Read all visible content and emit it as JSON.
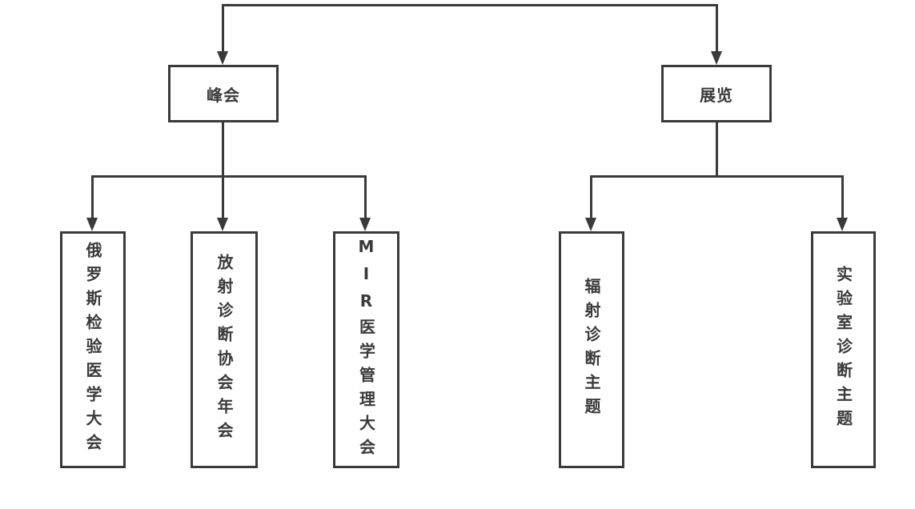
{
  "diagram": {
    "title": "",
    "line_color": "#3a3a3c",
    "summit": {
      "label": "峰会"
    },
    "exhibition": {
      "label": "展览"
    },
    "summit_children": [
      {
        "label": "俄罗斯检验医学大会"
      },
      {
        "label": "放射诊断协会年会"
      },
      {
        "label": "MIR医学管理大会"
      }
    ],
    "exhibition_children": [
      {
        "label": "辐射诊断主题"
      },
      {
        "label": "实验室诊断主题"
      }
    ],
    "edges": [
      {
        "from": "root",
        "to": "峰会"
      },
      {
        "from": "root",
        "to": "展览"
      },
      {
        "from": "峰会",
        "to": "俄罗斯检验医学大会"
      },
      {
        "from": "峰会",
        "to": "放射诊断协会年会"
      },
      {
        "from": "峰会",
        "to": "MIR医学管理大会"
      },
      {
        "from": "展览",
        "to": "辐射诊断主题"
      },
      {
        "from": "展览",
        "to": "实验室诊断主题"
      }
    ]
  }
}
